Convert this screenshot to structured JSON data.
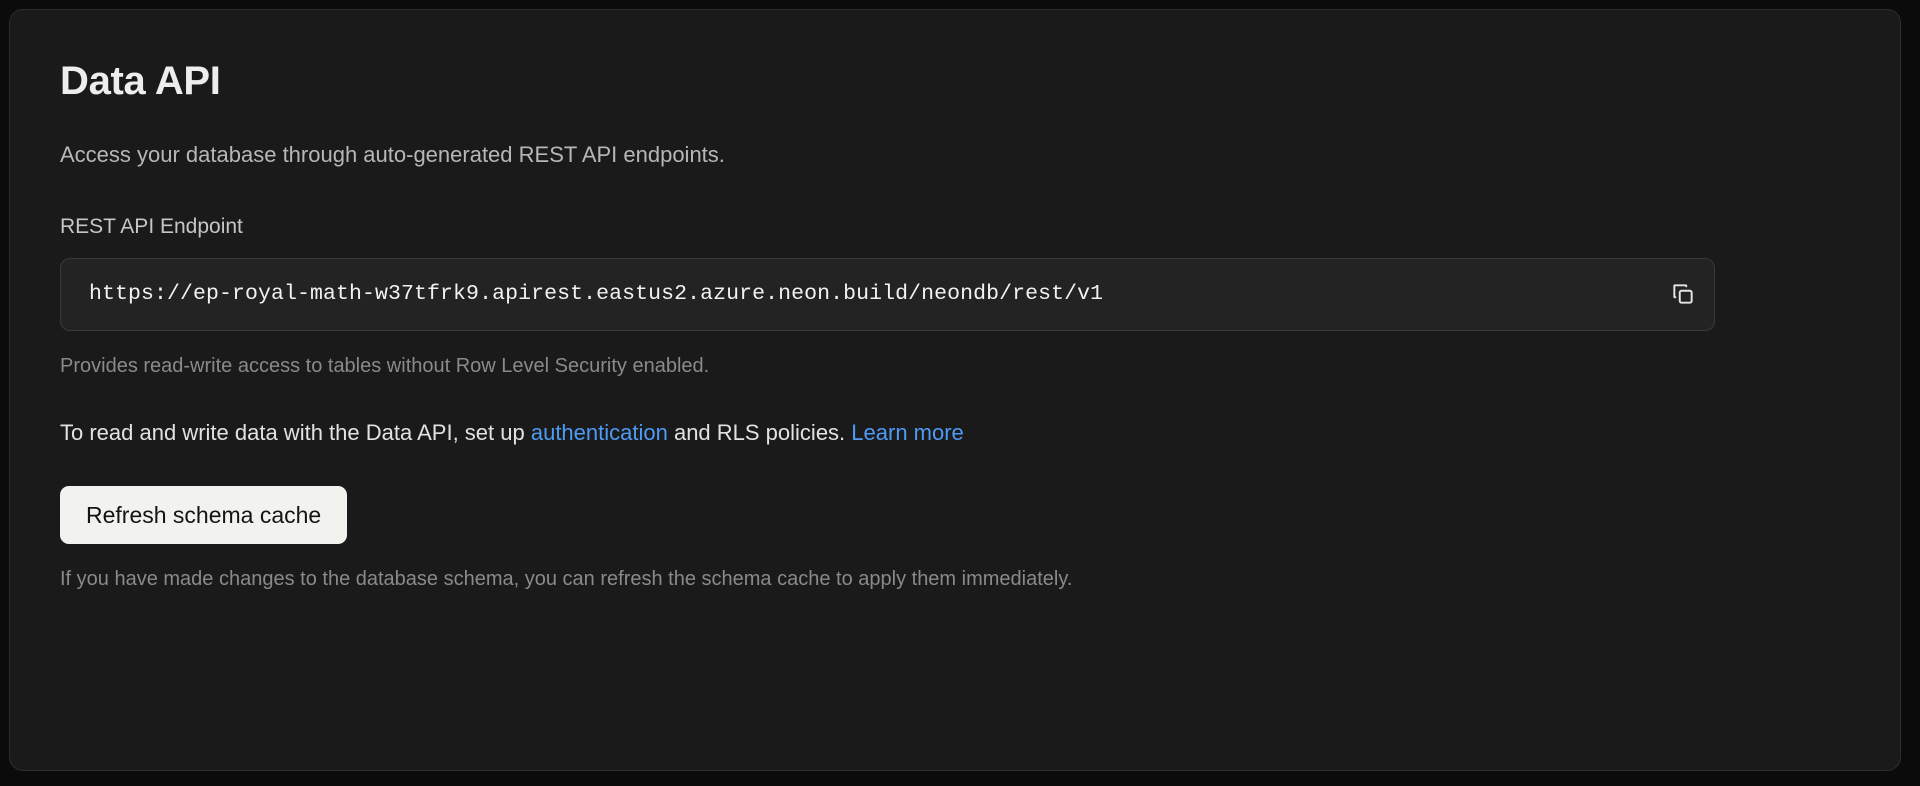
{
  "card": {
    "title": "Data API",
    "description": "Access your database through auto-generated REST API endpoints.",
    "endpoint_field": {
      "label": "REST API Endpoint",
      "value": "https://ep-royal-math-w37tfrk9.apirest.eastus2.azure.neon.build/neondb/rest/v1",
      "copy_icon": "copy-icon",
      "helper_text": "Provides read-write access to tables without Row Level Security enabled."
    },
    "info_line": {
      "text_before": "To read and write data with the Data API, set up ",
      "link_authentication": "authentication",
      "text_middle": " and RLS policies. ",
      "link_learn_more": "Learn more"
    },
    "refresh_button": "Refresh schema cache",
    "footer_text": "If you have made changes to the database schema, you can refresh the schema cache to apply them immediately."
  },
  "colors": {
    "page_background": "#0b0b0b",
    "card_background": "#1a1a1a",
    "card_border": "#2e2e2e",
    "input_background": "#232323",
    "input_border": "#3a3a3a",
    "link_blue": "#4d9bf5",
    "button_background": "#f2f2ef",
    "button_text": "#141414",
    "title_text": "#ededed",
    "muted_text": "#8a8a8a"
  }
}
